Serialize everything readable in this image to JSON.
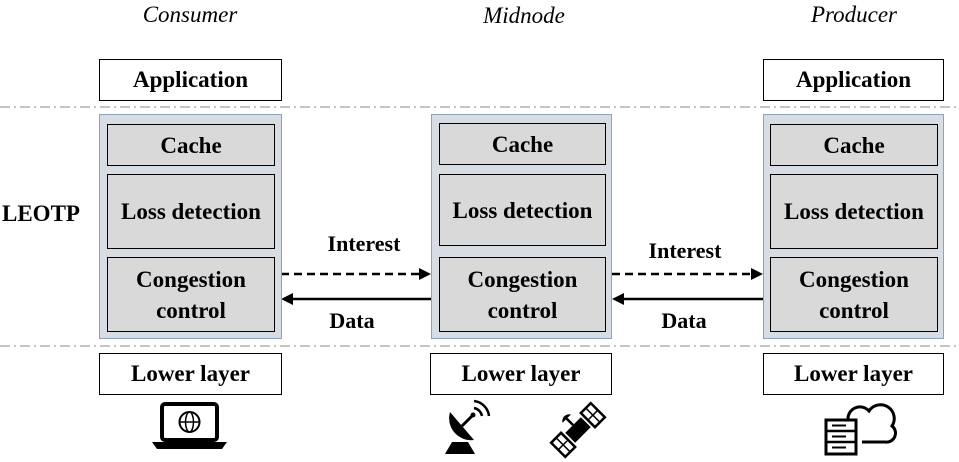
{
  "nodes": {
    "consumer": {
      "title": "Consumer",
      "top_box": "Application",
      "cache": "Cache",
      "loss": "Loss detection",
      "congestion": "Congestion control",
      "lower": "Lower layer",
      "icon": "laptop-globe-icon"
    },
    "midnode": {
      "title": "Midnode",
      "cache": "Cache",
      "loss": "Loss detection",
      "congestion": "Congestion control",
      "lower": "Lower layer",
      "icons": [
        "satellite-dish-icon",
        "satellite-icon"
      ]
    },
    "producer": {
      "title": "Producer",
      "top_box": "Application",
      "cache": "Cache",
      "loss": "Loss detection",
      "congestion": "Congestion control",
      "lower": "Lower layer",
      "icon": "server-cloud-icon"
    }
  },
  "protocol_label": "LEOTP",
  "links": [
    {
      "interest": "Interest",
      "data": "Data"
    },
    {
      "interest": "Interest",
      "data": "Data"
    }
  ],
  "colors": {
    "cell_fill": "#d9d9d9",
    "stack_fill": "#d8dde3",
    "stack_border": "#8da2bd",
    "divider": "#b0b0b0"
  }
}
